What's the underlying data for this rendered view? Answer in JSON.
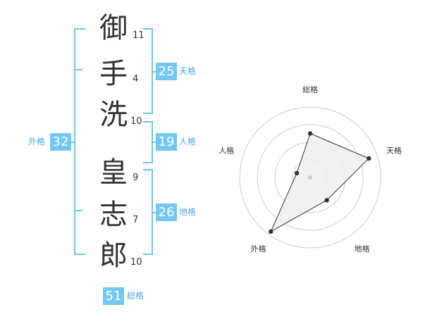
{
  "name": {
    "characters": [
      {
        "char": "御",
        "strokes": "11"
      },
      {
        "char": "手",
        "strokes": "4"
      },
      {
        "char": "洗",
        "strokes": "10"
      },
      {
        "char": "皇",
        "strokes": "9"
      },
      {
        "char": "志",
        "strokes": "7"
      },
      {
        "char": "郎",
        "strokes": "10"
      }
    ]
  },
  "kakusu": {
    "tenkaku": {
      "value": "25",
      "label": "天格"
    },
    "jinkaku": {
      "value": "19",
      "label": "人格"
    },
    "chikaku": {
      "value": "26",
      "label": "地格"
    },
    "gaikaku": {
      "value": "32",
      "label": "外格"
    },
    "soukaku": {
      "value": "51",
      "label": "総格"
    }
  },
  "radar": {
    "axes": [
      "総格",
      "天格",
      "地格",
      "外格",
      "人格"
    ],
    "levels": 4,
    "max": 4,
    "values": [
      2.5,
      3.5,
      1.6,
      3.8,
      0.8
    ],
    "colors": {
      "fill": "#eeeeee",
      "line": "#333333",
      "grid": "#cccccc",
      "point": "#333333"
    }
  },
  "colors": {
    "accent": "#74c7f3",
    "bracket": "#6ec4f0"
  }
}
